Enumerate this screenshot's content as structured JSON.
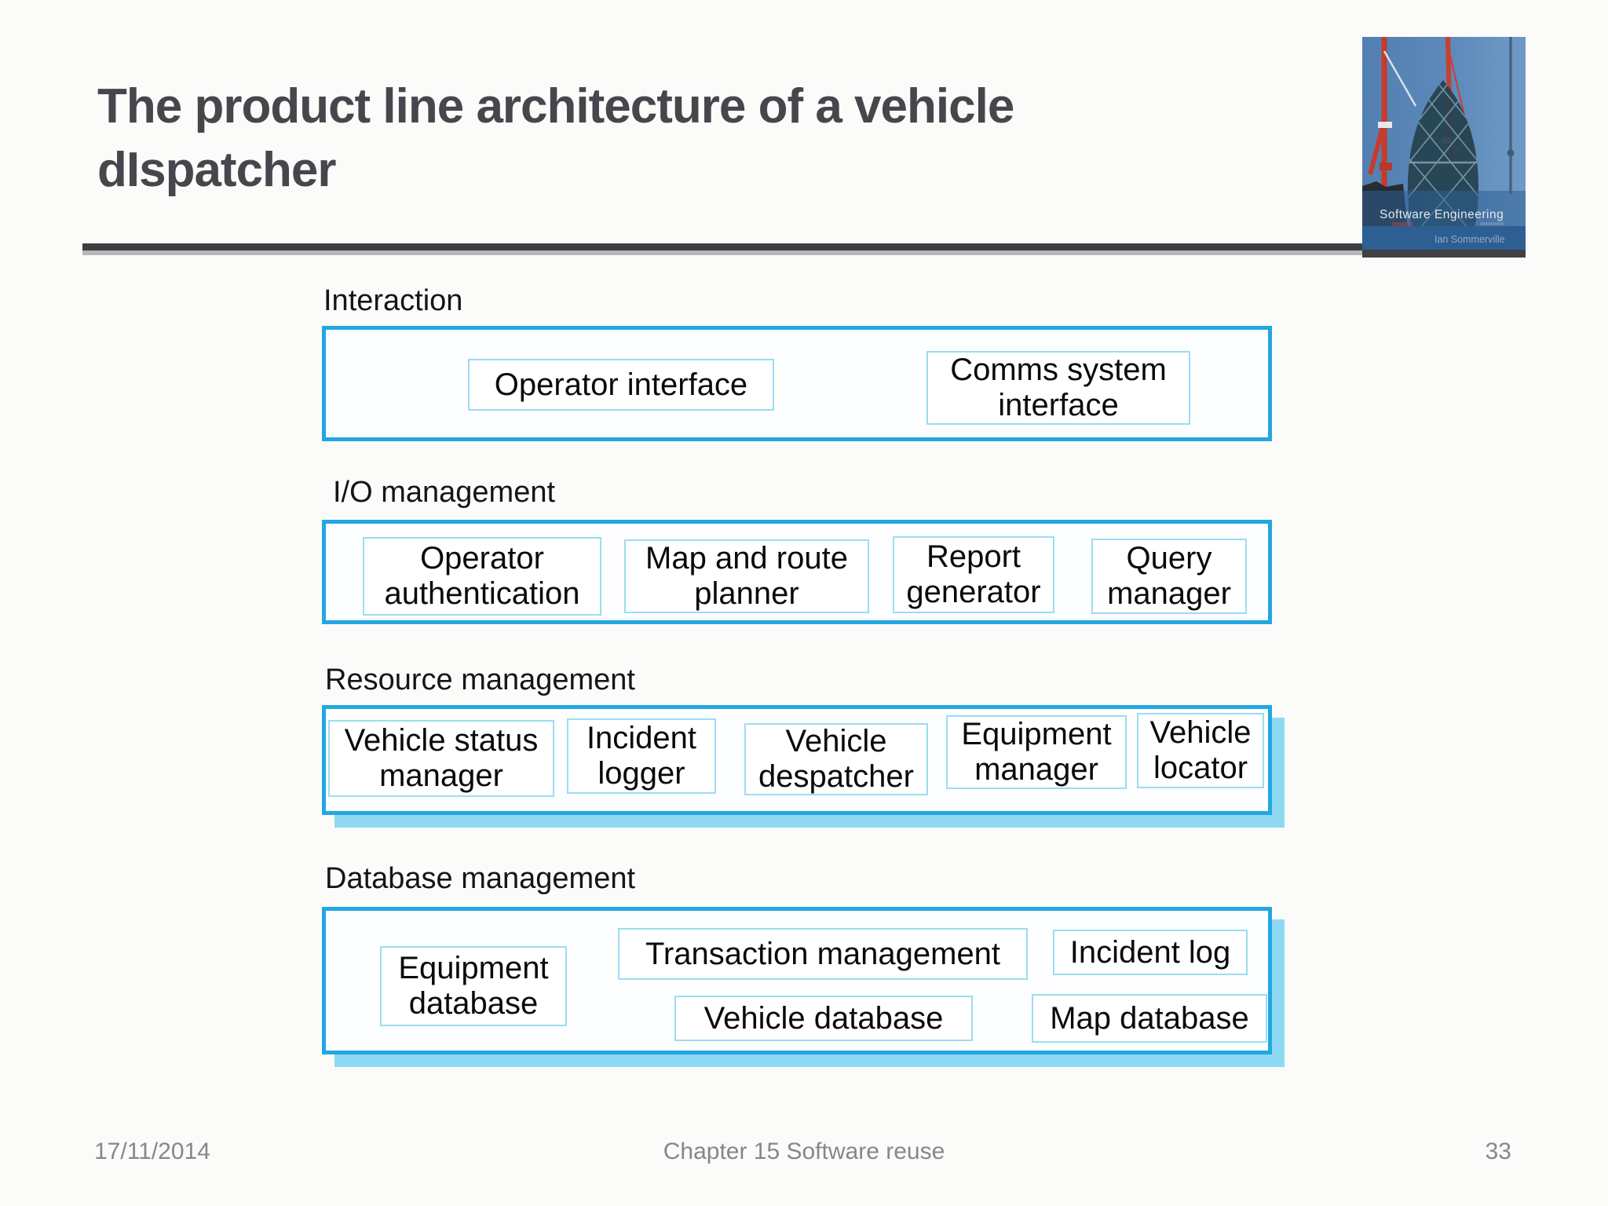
{
  "title": {
    "lines": [
      "The product line architecture of a vehicle",
      "dIspatcher"
    ]
  },
  "book": {
    "title": "Software Engineering",
    "author": "Ian Sommerville"
  },
  "layers": [
    {
      "label": "Interaction",
      "boxes": [
        {
          "label": "Operator interface"
        },
        {
          "label": "Comms system interface"
        }
      ]
    },
    {
      "label": "I/O management",
      "boxes": [
        {
          "label": "Operator authentication"
        },
        {
          "label": "Map and route planner"
        },
        {
          "label": "Report generator"
        },
        {
          "label": "Query manager"
        }
      ]
    },
    {
      "label": "Resource management",
      "boxes": [
        {
          "label": "Vehicle status manager"
        },
        {
          "label": "Incident logger"
        },
        {
          "label": "Vehicle despatcher"
        },
        {
          "label": "Equipment manager"
        },
        {
          "label": "Vehicle locator"
        }
      ]
    },
    {
      "label": "Database management",
      "boxes": [
        {
          "label": "Equipment database"
        },
        {
          "label": "Transaction management"
        },
        {
          "label": "Incident log"
        },
        {
          "label": "Vehicle database"
        },
        {
          "label": "Map database"
        }
      ]
    }
  ],
  "footer": {
    "date": "17/11/2014",
    "chapter": "Chapter 15 Software reuse",
    "page": "33"
  },
  "colors": {
    "layer_border": "#23a7e0",
    "inner_box_border": "#9bdcf2",
    "layer_shadow": "#8dd8f3",
    "title_text": "#45474c",
    "rule_dark": "#3d3e41",
    "rule_light": "#b7b8ba",
    "footer_text": "#878787",
    "book_band": "#2d5f93",
    "crane_red": "#c63b2c"
  }
}
